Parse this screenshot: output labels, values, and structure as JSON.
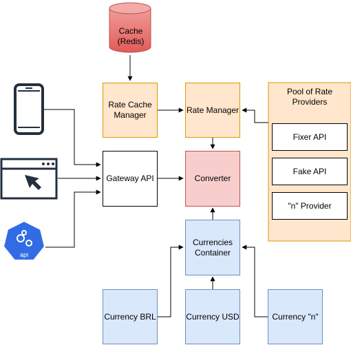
{
  "cache": {
    "label_line1": "Cache",
    "label_line2": "(Redis)"
  },
  "boxes": {
    "rate_cache_manager": "Rate Cache Manager",
    "rate_manager": "Rate Manager",
    "gateway_api": "Gateway API",
    "converter": "Converter",
    "currencies_container": "Currencies Container",
    "currency_brl": "Currency BRL",
    "currency_usd": "Currency USD",
    "currency_n": "Currency \"n\""
  },
  "pool": {
    "title": "Pool of Rate Providers",
    "providers": [
      "Fixer API",
      "Fake API",
      "\"n\" Provider"
    ]
  },
  "clients": {
    "api_icon_text": "api",
    "icons": [
      "mobile-phone-icon",
      "browser-window-icon",
      "api-hexagon-icon"
    ]
  },
  "colors": {
    "orange_fill": "#ffe6cc",
    "orange_stroke": "#d79b00",
    "red_fill": "#f8cecc",
    "red_stroke": "#b85450",
    "blue_fill": "#dae8fc",
    "blue_stroke": "#6c8ebf",
    "cache_fill": "#e6605e",
    "api_blue": "#326ce5"
  }
}
